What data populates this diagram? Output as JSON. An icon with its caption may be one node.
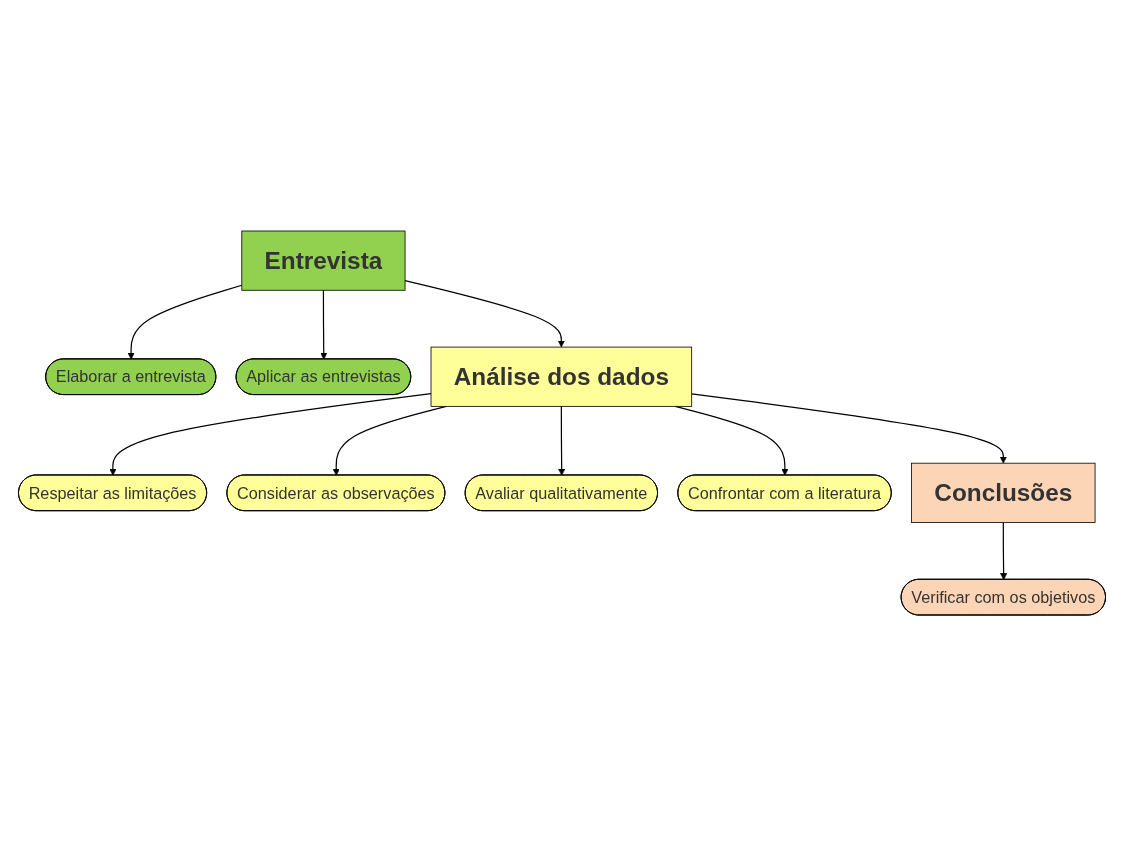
{
  "diagram": {
    "nodes": [
      {
        "text": [
          "Entrevista"
        ]
      },
      {
        "text": [
          "Elaborar a entrevista"
        ]
      },
      {
        "text": [
          "Aplicar as entrevistas"
        ]
      },
      {
        "text": [
          "Análise dos dados"
        ]
      },
      {
        "text": [
          "Respeitar as limitações"
        ]
      },
      {
        "text": [
          "Considerar as observações"
        ]
      },
      {
        "text": [
          "Avaliar qualitativamente"
        ]
      },
      {
        "text": [
          "Confrontar com a literatura"
        ]
      },
      {
        "text": [
          "Conclusões"
        ]
      },
      {
        "text": [
          "Verificar com os objetivos"
        ]
      }
    ],
    "edges": [
      {
        "from": 0,
        "to": 1,
        "arrow": "to"
      },
      {
        "from": 0,
        "to": 2,
        "arrow": "to"
      },
      {
        "from": 0,
        "to": 3,
        "arrow": "to"
      },
      {
        "from": 3,
        "to": 4,
        "arrow": "to"
      },
      {
        "from": 3,
        "to": 5,
        "arrow": "to"
      },
      {
        "from": 3,
        "to": 6,
        "arrow": "to"
      },
      {
        "from": 3,
        "to": 7,
        "arrow": "to"
      },
      {
        "from": 3,
        "to": 8,
        "arrow": "to"
      },
      {
        "from": 8,
        "to": 9,
        "arrow": "to"
      }
    ]
  }
}
